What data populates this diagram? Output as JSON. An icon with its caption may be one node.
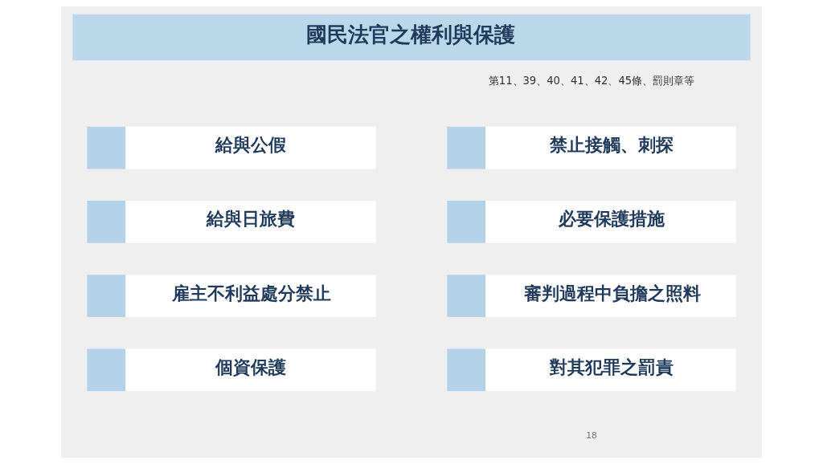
{
  "diagram": {
    "title": "國民法官之權利與保護",
    "nodes": [
      {
        "text": [
          "給與公假"
        ]
      },
      {
        "text": [
          "禁止接觸、刺探"
        ]
      },
      {
        "text": [
          "給與日旅費"
        ]
      },
      {
        "text": [
          "必要保護措施"
        ]
      },
      {
        "text": [
          "雇主不利益處分禁止"
        ]
      },
      {
        "text": [
          "審判過程中負擔之照料"
        ]
      },
      {
        "text": [
          "個資保護"
        ]
      },
      {
        "text": [
          "對其犯罪之罰責"
        ]
      }
    ],
    "labels": [
      "第11、39、40、41、42、45條、罰則章等",
      "18"
    ]
  }
}
